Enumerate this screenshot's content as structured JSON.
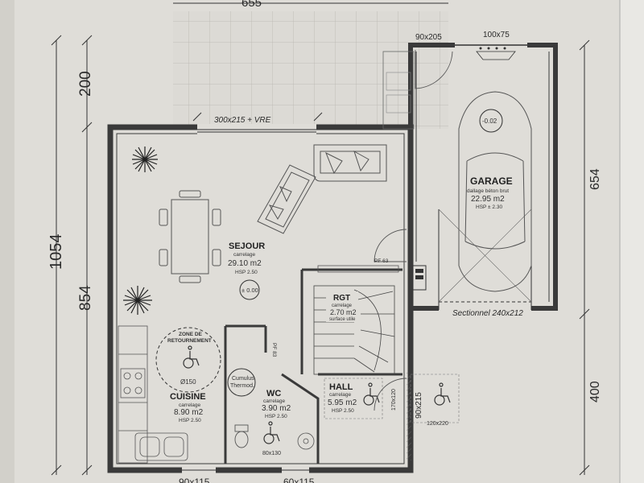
{
  "dimensions": {
    "top_width": "655",
    "left_total": "1054",
    "left_terrace": "200",
    "left_house": "854",
    "right_garage": "654",
    "right_lower": "400",
    "bottom_left_window": "90x115",
    "bottom_right_window": "60x115"
  },
  "openings": {
    "baie_sejour": "300x215 + VRE",
    "porte_cellier": "90x205",
    "fenetre_garage": "100x75",
    "porte_garage": "Sectionnel 240x212",
    "porte_hall": "90x215",
    "porte_hall_inner": "170x120",
    "porte_wc": "80x130",
    "porte_120": "120x220",
    "porte_cuisine": "PF 83",
    "porte_rgt": "PF 63"
  },
  "rooms": {
    "sejour": {
      "name": "SEJOUR",
      "floor": "carrelage",
      "area": "29.10 m2",
      "hsp": "HSP 2.50"
    },
    "cuisine": {
      "name": "CUISINE",
      "floor": "carrelage",
      "area": "8.90 m2",
      "hsp": "HSP 2.50"
    },
    "wc": {
      "name": "WC",
      "floor": "carrelage",
      "area": "3.90 m2",
      "hsp": "HSP 2.50"
    },
    "hall": {
      "name": "HALL",
      "floor": "carrelage",
      "area": "5.95 m2",
      "hsp": "HSP 2.50"
    },
    "rgt": {
      "name": "RGT",
      "floor": "carrelage",
      "area": "2.70 m2",
      "hsp": "surface utile"
    },
    "garage": {
      "name": "GARAGE",
      "floor": "dallage béton brut",
      "area": "22.95 m2",
      "hsp": "HSP ± 2.30"
    }
  },
  "annotations": {
    "level_sejour": "± 0.00",
    "level_garage": "-0.02",
    "turning_zone_line1": "ZONE DE",
    "turning_zone_line2": "RETOURNEMENT",
    "turning_diameter": "Ø150",
    "cumulus_line1": "Cumulus",
    "cumulus_line2": "Thermod."
  }
}
